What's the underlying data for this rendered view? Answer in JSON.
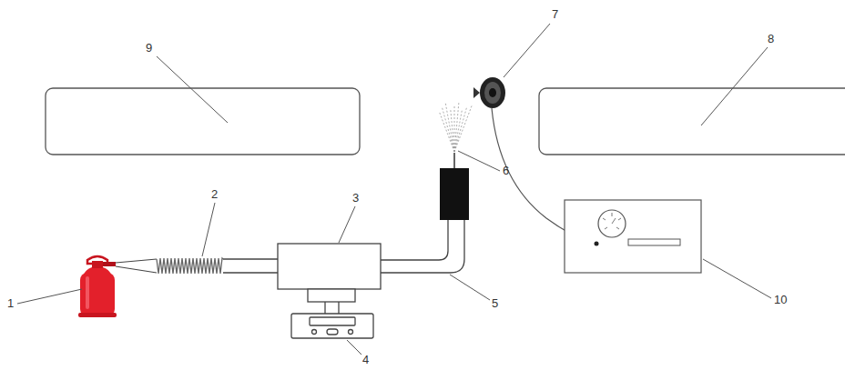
{
  "diagram": {
    "labels": [
      "9",
      "8",
      "7",
      "2",
      "3",
      "6",
      "1",
      "5",
      "10",
      "4"
    ]
  }
}
